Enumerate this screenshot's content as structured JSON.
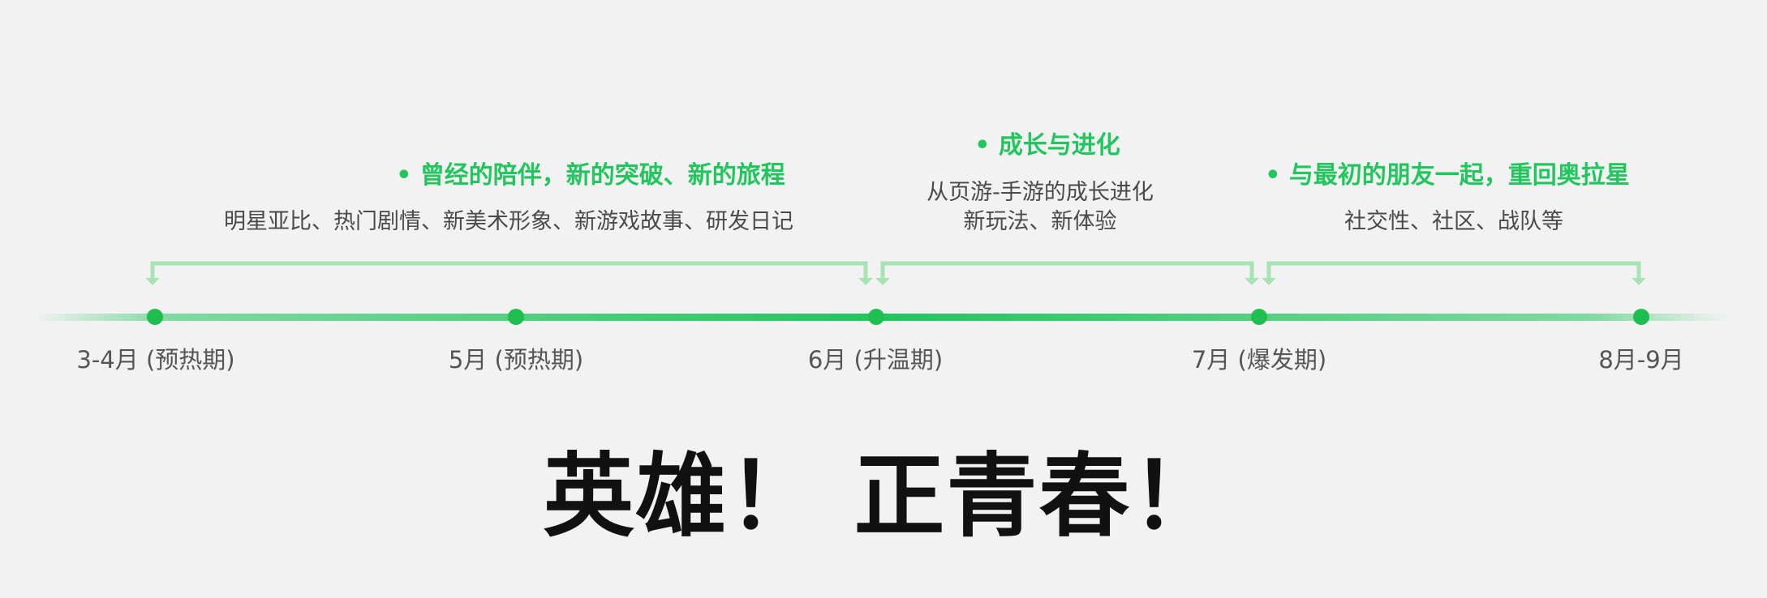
{
  "colors": {
    "accent": "#22c55e",
    "bracket": "#a6e3b5",
    "dot": "#1fbf4f",
    "text_dark": "#111111",
    "text_gray": "#4a4a4a"
  },
  "milestones": [
    {
      "label": "3-4月 (预热期)"
    },
    {
      "label": "5月 (预热期)"
    },
    {
      "label": "6月 (升温期)"
    },
    {
      "label": "7月 (爆发期)"
    },
    {
      "label": "8月-9月"
    }
  ],
  "phases": [
    {
      "title": "曾经的陪伴，新的突破、新的旅程",
      "lines": [
        "明星亚比、热门剧情、新美术形象、新游戏故事、研发日记"
      ]
    },
    {
      "title": "成长与进化",
      "lines": [
        "从页游-手游的成长进化",
        "新玩法、新体验"
      ]
    },
    {
      "title": "与最初的朋友一起，重回奥拉星",
      "lines": [
        "社交性、社区、战队等"
      ]
    }
  ],
  "slogan": "英雄！  正青春！"
}
